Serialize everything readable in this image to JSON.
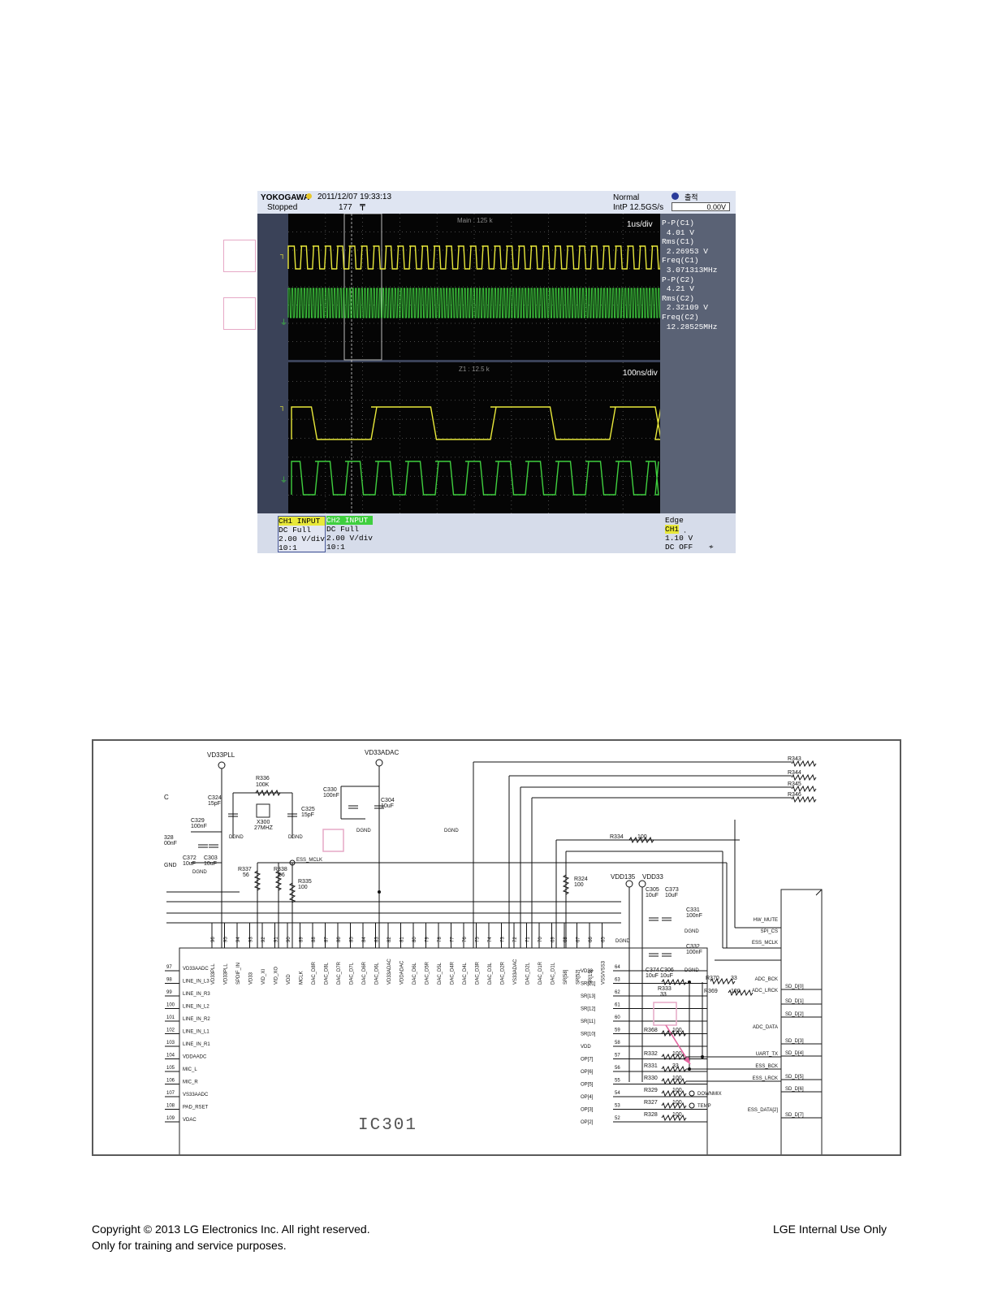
{
  "scope": {
    "brand": "YOKOGAWA",
    "datetime": "2011/12/07 19:33:13",
    "status": "Stopped",
    "record": "177",
    "mode": "Normal",
    "sample": "IntP  12.5GS/s",
    "ch_label": "출적",
    "ch_value": "0.00V",
    "main_label": "Main : 125 k",
    "zoom_label": "Z1 : 12.5 k",
    "main_div": "1us/div",
    "zoom_div": "100ns/div",
    "measurements": [
      "P-P(C1)",
      " 4.01 V",
      "Rms(C1)",
      " 2.26953 V",
      "Freq(C1)",
      " 3.071313MHz",
      "P-P(C2)",
      " 4.21 V",
      "Rms(C2)",
      " 2.32109 V",
      "Freq(C2)",
      " 12.28525MHz"
    ],
    "ch1": {
      "title": "CH1  INPUT",
      "coupling": "DC Full",
      "scale": "2.00 V/div",
      "probe": "10:1"
    },
    "ch2": {
      "title": "CH2  INPUT",
      "coupling": "DC Full",
      "scale": "2.00 V/div",
      "probe": "10:1"
    },
    "trigger": {
      "type": "Edge",
      "source": "CH1",
      "level": "1.10 V",
      "coupling": "DC OFF"
    },
    "colors": {
      "ch1": "#e8e83a",
      "ch2": "#3fcf3f",
      "grid": "#6b6b6b",
      "screen": "#050505"
    }
  },
  "schematic": {
    "chip": "IC301",
    "rails": [
      "VD33PLL",
      "VD33ADAC",
      "VDD135",
      "VDD33"
    ],
    "top_resistors": [
      "R343",
      "R344",
      "R345",
      "R346"
    ],
    "parts": {
      "r336": "R336",
      "r336v": "100K",
      "c324": "C324",
      "c324v": "15pF",
      "c325": "C325",
      "c325v": "15pF",
      "x300": "X300",
      "x300v": "27MHZ",
      "c329": "C329",
      "c329v": "100nF",
      "c328": "328",
      "c328v": "00nF",
      "c372": "C372",
      "c372v": "10uF",
      "c303": "C303",
      "c303v": "10uF",
      "c330": "C330",
      "c330v": "100nF",
      "c304": "C304",
      "c304v": "10uF",
      "r337": "R337",
      "r337v": "56",
      "r338": "R338",
      "r338v": "56",
      "r335": "R335",
      "r335v": "100",
      "r334": "R334",
      "r334v": "100",
      "r324": "R324",
      "r324v": "100",
      "c305": "C305",
      "c305v": "10uF",
      "c373": "C373",
      "c373v": "10uF",
      "c331": "C331",
      "c331v": "100nF",
      "c332": "C332",
      "c332v": "100nF",
      "c374": "C374",
      "c374v": "10uF",
      "c306": "C306",
      "c306v": "10uF",
      "r370": "R370",
      "r370v": "33",
      "r369": "R369",
      "r369v": "100",
      "r333": "R333",
      "r333v": "33",
      "r368": "R368",
      "r368v": "100",
      "r332": "R332",
      "r332v": "100",
      "r331": "R331",
      "r331v": "33",
      "r330": "R330",
      "r330v": "100",
      "r329": "R329",
      "r329v": "100",
      "r327": "R327",
      "r327v": "100",
      "r328": "R328",
      "r328v": "100"
    },
    "gnd": [
      "DGND",
      "DGND",
      "DGND",
      "DGND",
      "DGND",
      "DGND",
      "DGND",
      "DGND"
    ],
    "net_mclk": "ESS_MCLK",
    "left_c": "C",
    "left_gnd": "GND",
    "left_pins": [
      {
        "n": "97",
        "name": "VD33AADC"
      },
      {
        "n": "98",
        "name": "LINE_IN_L3"
      },
      {
        "n": "99",
        "name": "LINE_IN_R3"
      },
      {
        "n": "100",
        "name": "LINE_IN_L2"
      },
      {
        "n": "101",
        "name": "LINE_IN_R2"
      },
      {
        "n": "102",
        "name": "LINE_IN_L1"
      },
      {
        "n": "103",
        "name": "LINE_IN_R1"
      },
      {
        "n": "104",
        "name": "VDDAADC"
      },
      {
        "n": "105",
        "name": "MIC_L"
      },
      {
        "n": "106",
        "name": "MIC_R"
      },
      {
        "n": "107",
        "name": "VS33AADC"
      },
      {
        "n": "108",
        "name": "PAD_RSET"
      },
      {
        "n": "109",
        "name": "VDAC"
      }
    ],
    "top_pins": [
      {
        "n": "96",
        "name": "VD33PLL"
      },
      {
        "n": "95",
        "name": "VD33PLL"
      },
      {
        "n": "94",
        "name": "SPDIF_IN"
      },
      {
        "n": "93",
        "name": "VD33"
      },
      {
        "n": "92",
        "name": "VID_XI"
      },
      {
        "n": "91",
        "name": "VID_XO"
      },
      {
        "n": "90",
        "name": "VDD"
      },
      {
        "n": "89",
        "name": "MCLK"
      },
      {
        "n": "88",
        "name": "DAC_D8R"
      },
      {
        "n": "87",
        "name": "DAC_D8L"
      },
      {
        "n": "86",
        "name": "DAC_D7R"
      },
      {
        "n": "85",
        "name": "DAC_D7L"
      },
      {
        "n": "84",
        "name": "DAC_D6R"
      },
      {
        "n": "83",
        "name": "DAC_D6L"
      },
      {
        "n": "82",
        "name": "VD33ADAC"
      },
      {
        "n": "81",
        "name": "VDDADAC"
      },
      {
        "n": "80",
        "name": "DAC_D6L"
      },
      {
        "n": "79",
        "name": "DAC_D5R"
      },
      {
        "n": "78",
        "name": "DAC_D5L"
      },
      {
        "n": "77",
        "name": "DAC_D4R"
      },
      {
        "n": "76",
        "name": "DAC_D4L"
      },
      {
        "n": "75",
        "name": "DAC_D3R"
      },
      {
        "n": "74",
        "name": "DAC_D3L"
      },
      {
        "n": "73",
        "name": "DAC_D2R"
      },
      {
        "n": "72",
        "name": "VS33ADAC"
      },
      {
        "n": "71",
        "name": "DAC_D2L"
      },
      {
        "n": "70",
        "name": "DAC_D1R"
      },
      {
        "n": "69",
        "name": "DAC_D1L"
      },
      {
        "n": "68",
        "name": "SR[58]"
      },
      {
        "n": "67",
        "name": "SR[52]"
      },
      {
        "n": "66",
        "name": "SR[15]"
      },
      {
        "n": "65",
        "name": "VSS/VSS3"
      }
    ],
    "right_pins": [
      {
        "n": "64",
        "name": "VD33"
      },
      {
        "n": "63",
        "name": "SR[21]"
      },
      {
        "n": "62",
        "name": "SR[13]"
      },
      {
        "n": "61",
        "name": "SR[12]"
      },
      {
        "n": "60",
        "name": "SR[11]"
      },
      {
        "n": "59",
        "name": "SR[10]"
      },
      {
        "n": "58",
        "name": "VDD"
      },
      {
        "n": "57",
        "name": "OP[7]"
      },
      {
        "n": "56",
        "name": "OP[6]"
      },
      {
        "n": "55",
        "name": "OP[5]"
      },
      {
        "n": "54",
        "name": "OP[4]"
      },
      {
        "n": "53",
        "name": "OP[3]"
      },
      {
        "n": "52",
        "name": "OP[2]"
      }
    ],
    "nets": [
      "HW_MUTE",
      "SPI_CS",
      "ESS_MCLK",
      "ADC_BCK",
      "ADC_LRCK",
      "ADC_DATA",
      "UART_TX",
      "ESS_BCK",
      "ESS_LRCK",
      "ESS_DATA[2]"
    ],
    "sd_pins": [
      "SD_D[0]",
      "SD_D[1]",
      "SD_D[2]",
      "SD_D[3]",
      "SD_D[4]",
      "SD_D[5]",
      "SD_D[6]",
      "SD_D[7]"
    ],
    "test_points": [
      "DOWNMIX",
      "TEMP"
    ]
  },
  "footer": {
    "copyright": "Copyright © 2013 LG Electronics Inc. All right reserved.",
    "purpose": "Only for training and service purposes.",
    "internal": "LGE Internal Use Only"
  }
}
